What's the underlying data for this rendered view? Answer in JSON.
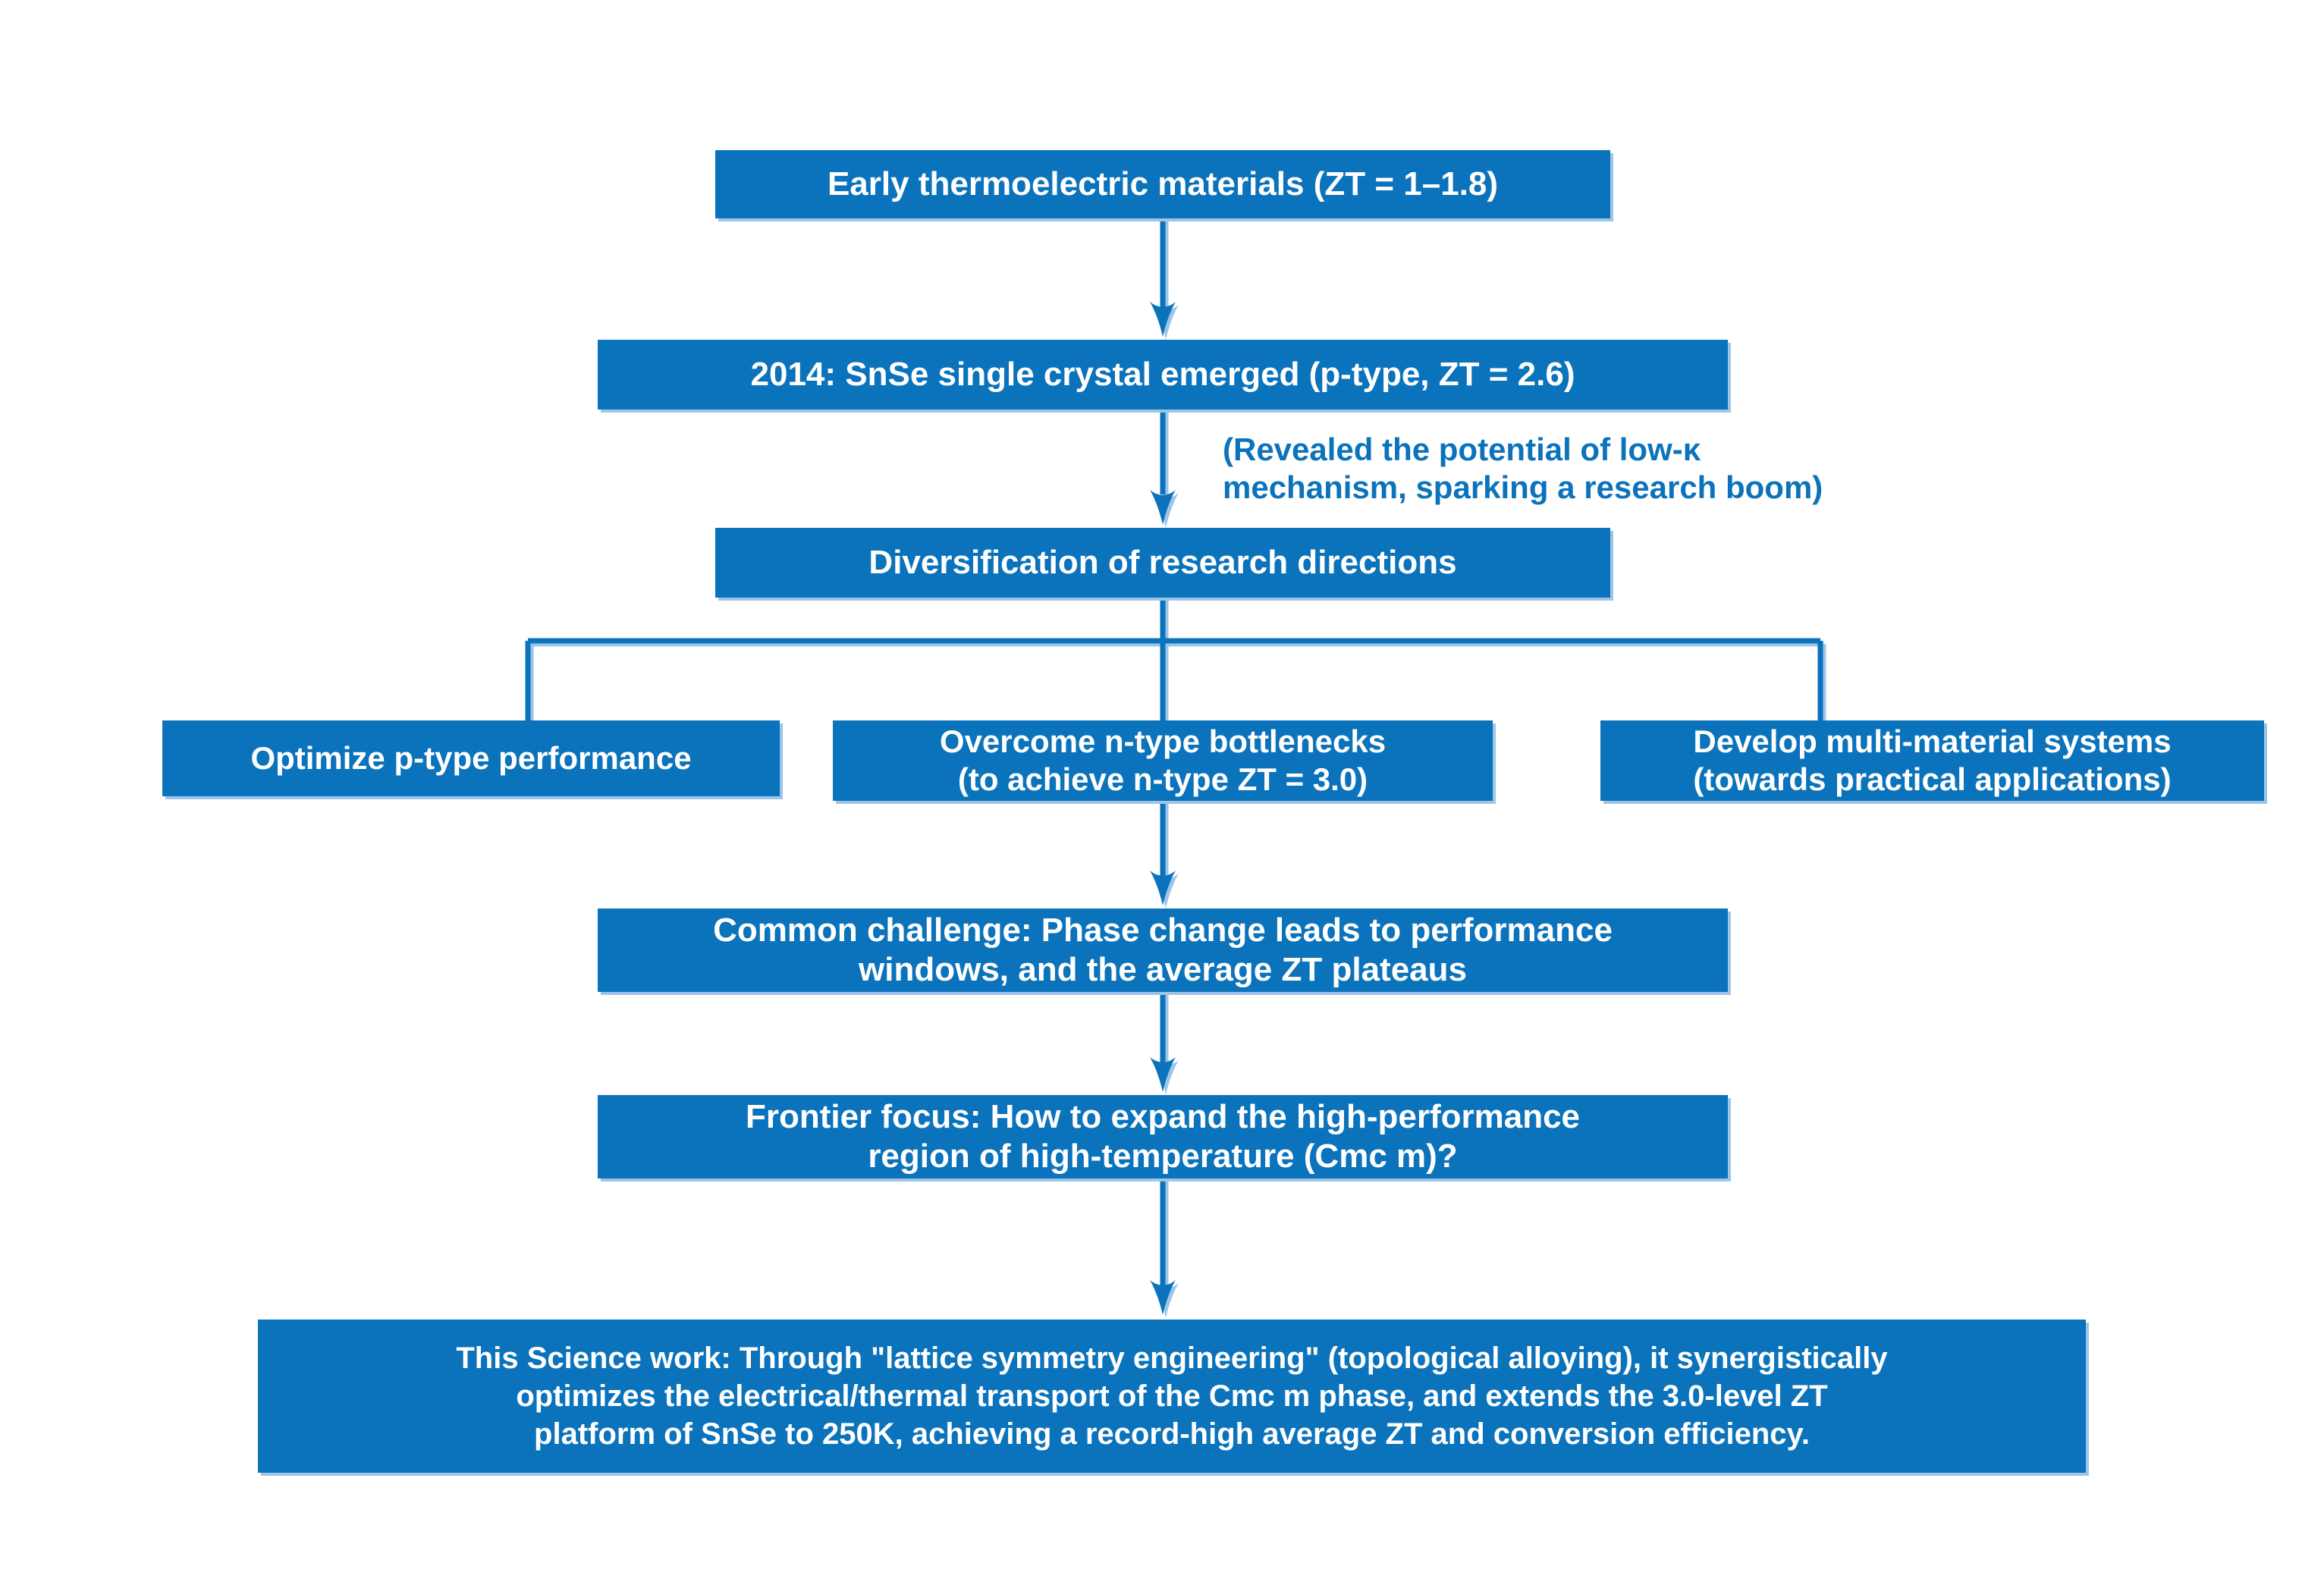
{
  "colors": {
    "box_fill": "#0b73bb",
    "edge_light": "#9cc5e8",
    "text_white": "#ffffff",
    "accent_text": "#0b73bb",
    "background": "#ffffff"
  },
  "flowchart": {
    "node_early": {
      "label": "Early thermoelectric materials (ZT = 1–1.8)"
    },
    "node_2014": {
      "label": "2014: SnSe single crystal emerged (p-type, ZT = 2.6)"
    },
    "annotation": {
      "line1": "(Revealed the potential of low-κ",
      "line2": "mechanism, sparking a research boom)"
    },
    "node_diversification": {
      "label": "Diversification of research directions"
    },
    "branch_p_type": {
      "label": "Optimize p-type performance"
    },
    "branch_n_type": {
      "line1": "Overcome n-type bottlenecks",
      "line2": "(to achieve n-type ZT = 3.0)"
    },
    "branch_multi_material": {
      "line1": "Develop multi-material systems",
      "line2": "(towards practical applications)"
    },
    "node_common_challenge": {
      "line1": "Common challenge: Phase change leads to performance",
      "line2": "windows, and the average ZT plateaus"
    },
    "node_frontier_focus": {
      "line1": "Frontier focus: How to expand the high-performance",
      "line2": "region of high-temperature (Cmc m)?"
    },
    "node_science_work": {
      "line1": "This Science work: Through \"lattice symmetry engineering\" (topological alloying), it synergistically",
      "line2": "optimizes the electrical/thermal transport of the Cmc m phase, and extends the 3.0-level ZT",
      "line3": "platform of SnSe to 250K, achieving a record-high average ZT and conversion efficiency."
    }
  }
}
